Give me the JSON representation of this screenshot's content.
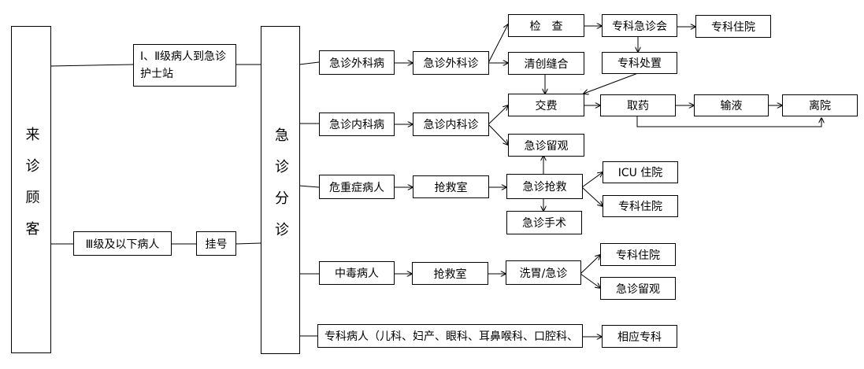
{
  "columns": {
    "visitor": "来诊顾客",
    "triage": "急诊分诊"
  },
  "intake": {
    "level12": "Ⅰ、Ⅱ级病人到急诊护士站",
    "level3": "Ⅲ级及以下病人",
    "register": "挂号"
  },
  "categories": {
    "surgery": "急诊外科病",
    "internal": "急诊内科病",
    "critical": "危重症病人",
    "poison": "中毒病人",
    "specialty": "专科病人（儿科、妇产、眼科、耳鼻喉科、口腔科、"
  },
  "surgery_flow": {
    "clinic": "急诊外科诊",
    "exam": "检　查",
    "debride": "清创缝合",
    "consult": "专科急诊会",
    "admit": "专科住院",
    "handling": "专科处置"
  },
  "internal_flow": {
    "clinic": "急诊内科诊",
    "pay": "交费",
    "observe": "急诊留观",
    "medicine": "取药",
    "infusion": "输液",
    "discharge": "离院"
  },
  "critical_flow": {
    "rescue_room": "抢救室",
    "rescue": "急诊抢救",
    "icu": "ICU 住院",
    "admit": "专科住院",
    "surgery": "急诊手术"
  },
  "poison_flow": {
    "rescue_room": "抢救室",
    "wash": "洗胃/急诊",
    "admit": "专科住院",
    "observe": "急诊留观"
  },
  "specialty_flow": {
    "dept": "相应专科"
  }
}
